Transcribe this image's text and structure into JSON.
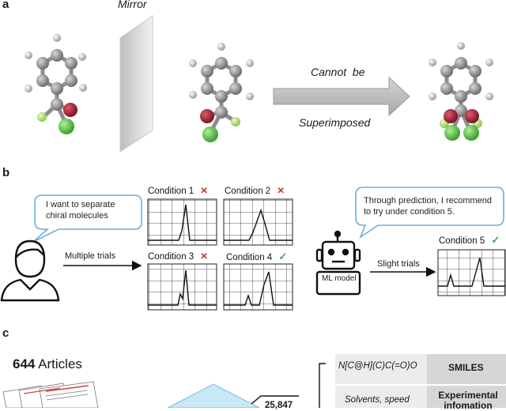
{
  "panel_a": {
    "letter": "a",
    "mirror_label": "Mirror",
    "arrow_top_label": "Cannot  be",
    "arrow_bottom_label": "Superimposed"
  },
  "panel_b": {
    "letter": "b",
    "user_bubble": [
      "I want to separate",
      "chiral molecules"
    ],
    "robot_bubble": [
      "Through prediction, I recommend",
      "to try under condition 5."
    ],
    "multiple_trials_label": "Multiple trials",
    "slight_trials_label": "Slight trials",
    "robot_label": "ML model",
    "conditions": [
      {
        "label": "Condition 1",
        "mark": "✕",
        "status": "fail"
      },
      {
        "label": "Condition 2",
        "mark": "✕",
        "status": "fail"
      },
      {
        "label": "Condition 3",
        "mark": "✕",
        "status": "fail"
      },
      {
        "label": "Condition 4",
        "mark": "✓",
        "status": "pass"
      },
      {
        "label": "Condition 5",
        "mark": "✓",
        "status": "pass"
      }
    ],
    "colors": {
      "fail": "#c0392b",
      "pass": "#3aa655",
      "bubble_border": "#6aaede"
    }
  },
  "panel_c": {
    "letter": "c",
    "articles_count": "644",
    "articles_label": "Articles",
    "count_label": "25,847",
    "smiles_example": "N[C@H](C)C(=O)O",
    "smiles_header": "SMILES",
    "solvents_label": "Solvents, speed",
    "experimental_header": "Experimental infomation"
  }
}
